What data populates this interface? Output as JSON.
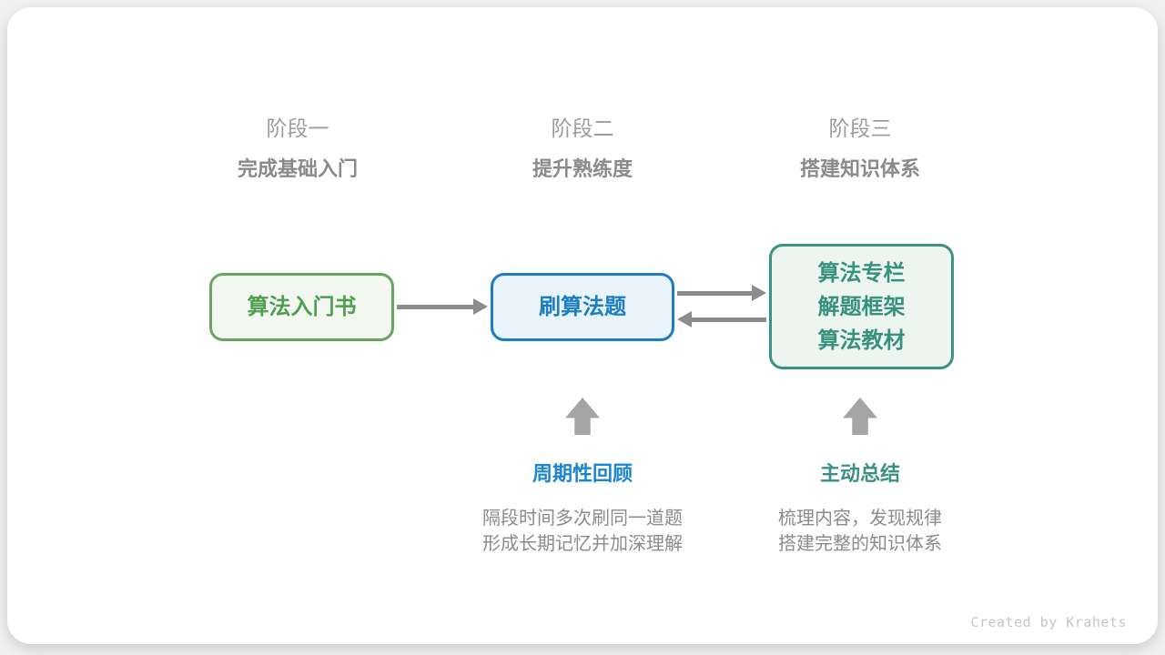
{
  "stages": [
    {
      "label": "阶段一",
      "title": "完成基础入门"
    },
    {
      "label": "阶段二",
      "title": "提升熟练度"
    },
    {
      "label": "阶段三",
      "title": "搭建知识体系"
    }
  ],
  "nodes": {
    "intro_book": {
      "label": "算法入门书"
    },
    "practice": {
      "label": "刷算法题"
    },
    "resources": {
      "lines": [
        "算法专栏",
        "解题框架",
        "算法教材"
      ]
    }
  },
  "annotations": [
    {
      "title": "周期性回顾",
      "lines": [
        "隔段时间多次刷同一道题",
        "形成长期记忆并加深理解"
      ]
    },
    {
      "title": "主动总结",
      "lines": [
        "梳理内容，发现规律",
        "搭建完整的知识体系"
      ]
    }
  ],
  "credit": "Created by Krahets",
  "colors": {
    "green-border": "#67a561",
    "green-bg": "#f2f8ef",
    "green-text": "#4f9e52",
    "blue-border": "#1a7dc6",
    "blue-bg": "#e9f3fc",
    "blue-text": "#1b7ec2",
    "teal-border": "#3b9183",
    "teal-bg": "#edf5f1",
    "teal-text": "#38917f",
    "arrow": "#8c8c8c",
    "block-arrow": "#a5a5a5",
    "stage-label": "#9c9c9c",
    "stage-title": "#8a8a8a",
    "desc-text": "#8b8b8b",
    "blue-label": "#1a85d0",
    "teal-label": "#3a9184",
    "credit-text": "#c6c6c6"
  }
}
